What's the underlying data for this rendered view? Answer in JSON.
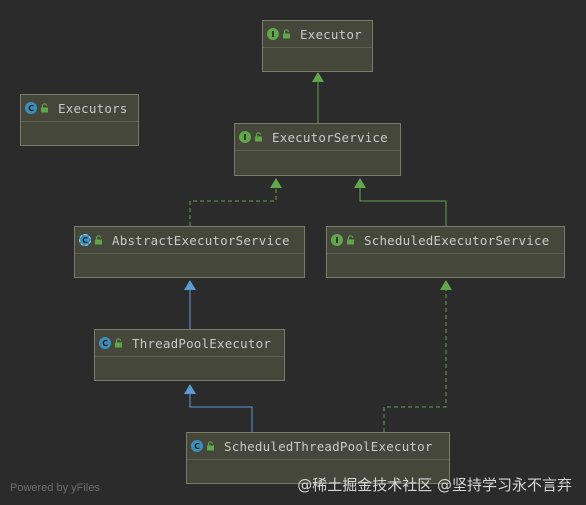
{
  "nodes": {
    "executor": {
      "label": "Executor",
      "kind": "I"
    },
    "executors": {
      "label": "Executors",
      "kind": "C"
    },
    "executor_service": {
      "label": "ExecutorService",
      "kind": "I"
    },
    "abstract_executor_service": {
      "label": "AbstractExecutorService",
      "kind": "C"
    },
    "scheduled_executor_service": {
      "label": "ScheduledExecutorService",
      "kind": "I"
    },
    "thread_pool_executor": {
      "label": "ThreadPoolExecutor",
      "kind": "C"
    },
    "scheduled_thread_pool_executor": {
      "label": "ScheduledThreadPoolExecutor",
      "kind": "C"
    }
  },
  "edges": [
    {
      "from": "executor_service",
      "to": "executor",
      "type": "extends-interface"
    },
    {
      "from": "abstract_executor_service",
      "to": "executor_service",
      "type": "implements"
    },
    {
      "from": "scheduled_executor_service",
      "to": "executor_service",
      "type": "extends-interface"
    },
    {
      "from": "thread_pool_executor",
      "to": "abstract_executor_service",
      "type": "extends"
    },
    {
      "from": "scheduled_thread_pool_executor",
      "to": "thread_pool_executor",
      "type": "extends"
    },
    {
      "from": "scheduled_thread_pool_executor",
      "to": "scheduled_executor_service",
      "type": "implements"
    }
  ],
  "colors": {
    "interface_arrow": "#62a64c",
    "class_arrow": "#5b9bd5",
    "node_fill": "#45473a"
  },
  "watermarks": {
    "left": "Powered by yFiles",
    "right": "@稀土掘金技术社区 @坚持学习永不言弃"
  }
}
